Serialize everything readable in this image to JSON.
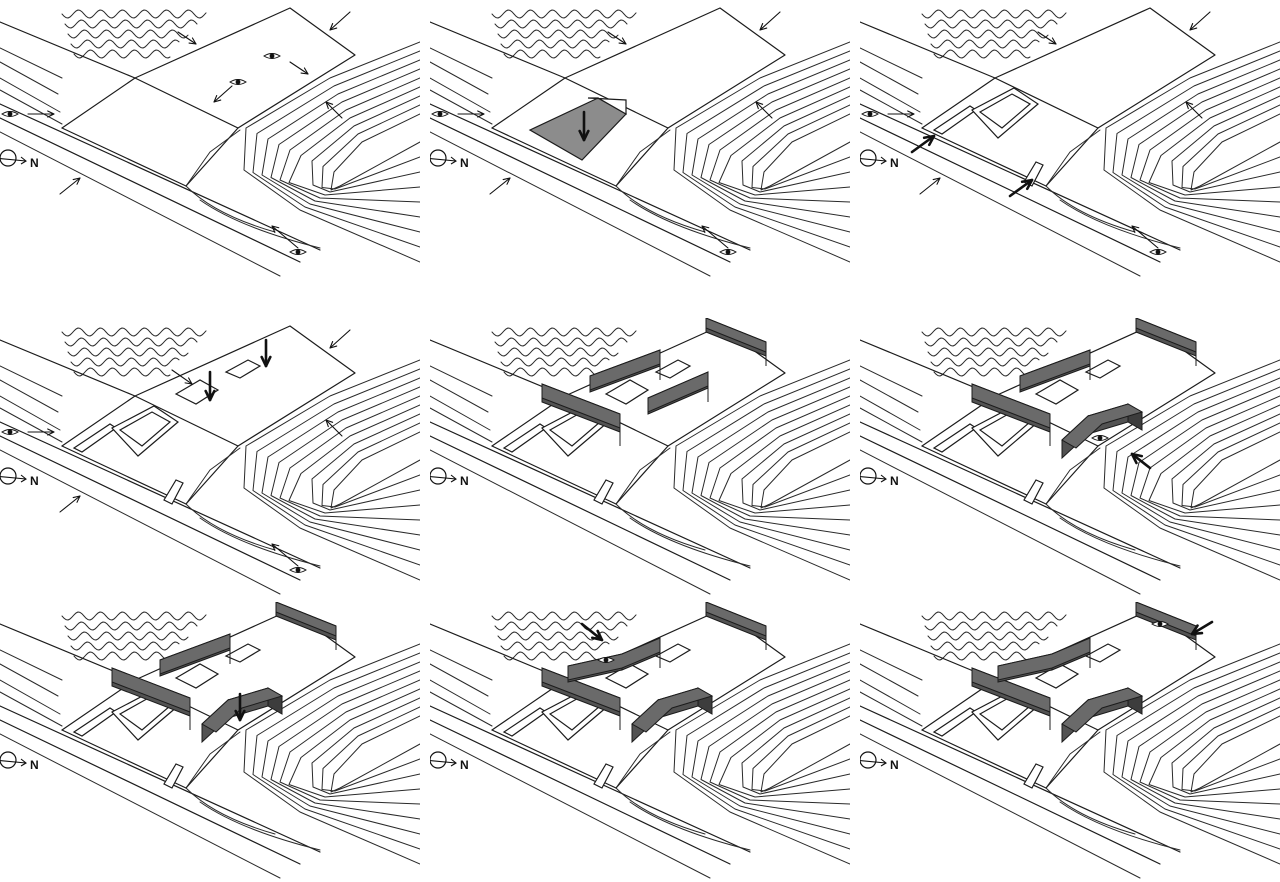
{
  "diagram": {
    "north_label": "N",
    "panels": [
      {
        "id": 1,
        "stage": "site-views",
        "pit": false,
        "wells": false,
        "voids": false,
        "blocks": []
      },
      {
        "id": 2,
        "stage": "excavation",
        "pit": true,
        "wells": false,
        "voids": false,
        "blocks": []
      },
      {
        "id": 3,
        "stage": "access",
        "pit": false,
        "wells": true,
        "voids": false,
        "blocks": []
      },
      {
        "id": 4,
        "stage": "light-wells",
        "pit": false,
        "wells": true,
        "voids": true,
        "blocks": []
      },
      {
        "id": 5,
        "stage": "volumes",
        "pit": false,
        "wells": true,
        "voids": true,
        "blocks": [
          "west",
          "center",
          "east",
          "north"
        ]
      },
      {
        "id": 6,
        "stage": "bend-view",
        "pit": false,
        "wells": true,
        "voids": true,
        "blocks": [
          "west",
          "center",
          "bent",
          "north"
        ]
      },
      {
        "id": 7,
        "stage": "bend-descend",
        "pit": false,
        "wells": true,
        "voids": true,
        "blocks": [
          "west",
          "center",
          "bent",
          "north"
        ]
      },
      {
        "id": 8,
        "stage": "second-bend",
        "pit": false,
        "wells": true,
        "voids": true,
        "blocks": [
          "west",
          "bent2",
          "bent",
          "north"
        ]
      },
      {
        "id": 9,
        "stage": "final",
        "pit": false,
        "wells": true,
        "voids": true,
        "blocks": [
          "west",
          "bent2",
          "bent",
          "north"
        ]
      }
    ]
  }
}
